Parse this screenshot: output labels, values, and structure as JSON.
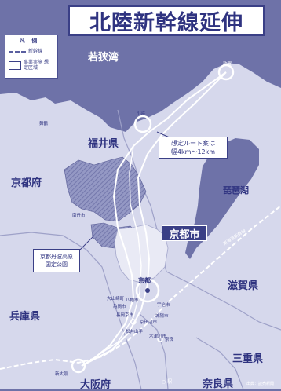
{
  "title": "北陸新幹線延伸",
  "legend": {
    "title": "凡 例",
    "items": [
      {
        "symbol": "dashed-line",
        "label": "新幹線"
      },
      {
        "symbol": "hatched-box",
        "label": "事業実施 想定区域"
      }
    ]
  },
  "prefectures": {
    "fukui": "福井県",
    "kyoto": "京都府",
    "shiga": "滋賀県",
    "hyogo": "兵庫県",
    "osaka": "大阪府",
    "nara": "奈良県",
    "mie": "三重県"
  },
  "water": {
    "wakasa_bay": "若狭湾",
    "lake_biwa": "琵琶湖"
  },
  "cities": {
    "kyoto_city": "京都市"
  },
  "stations": {
    "tsuruga": "敦賀",
    "obama": "小浜",
    "kyoto": "京都",
    "shin_osaka": "新大阪"
  },
  "small_places": [
    "舞鶴",
    "南丹市",
    "亀岡市",
    "長岡京市",
    "松井山手",
    "京田辺市",
    "木津川市",
    "宇治市",
    "城陽市",
    "奈良",
    "八幡市",
    "大山崎町"
  ],
  "callouts": {
    "route": {
      "line1": "想定ルート案は",
      "line2": "幅4km～12km"
    },
    "park": {
      "line1": "京都丹波高原",
      "line2": "国定公園"
    }
  },
  "railways": {
    "tokaido_shinkansen": "東海道新幹線"
  },
  "station_legend": "○ 駅",
  "source": "出典：読売新聞",
  "colors": {
    "background": "#6e72a8",
    "land": "#d6d8ec",
    "hatched_area": "#8084b6",
    "title_border": "#3a3f86",
    "title_text": "#2f3380",
    "route": "#ffffff"
  }
}
